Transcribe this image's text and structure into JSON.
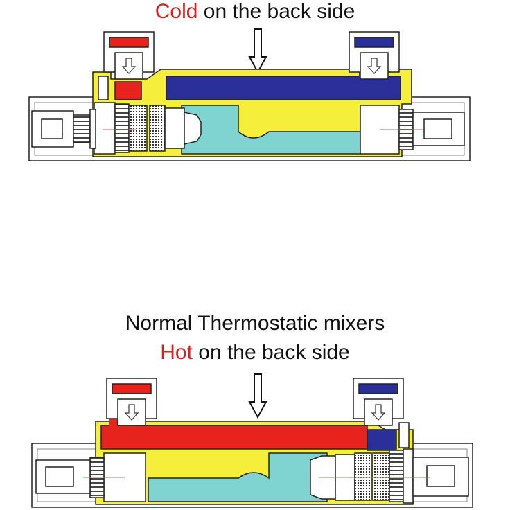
{
  "top_diagram": {
    "caption_highlight": "Cold",
    "caption_rest": " on the back side"
  },
  "bottom_diagram": {
    "title": "Normal Thermostatic mixers",
    "caption_highlight": "Hot",
    "caption_rest": " on the back side"
  },
  "colors": {
    "hot": "#e8231d",
    "cold": "#2a2f99",
    "mixed": "#7fd3d0",
    "body": "#f5ef3c",
    "highlight_text": "#d42020"
  }
}
